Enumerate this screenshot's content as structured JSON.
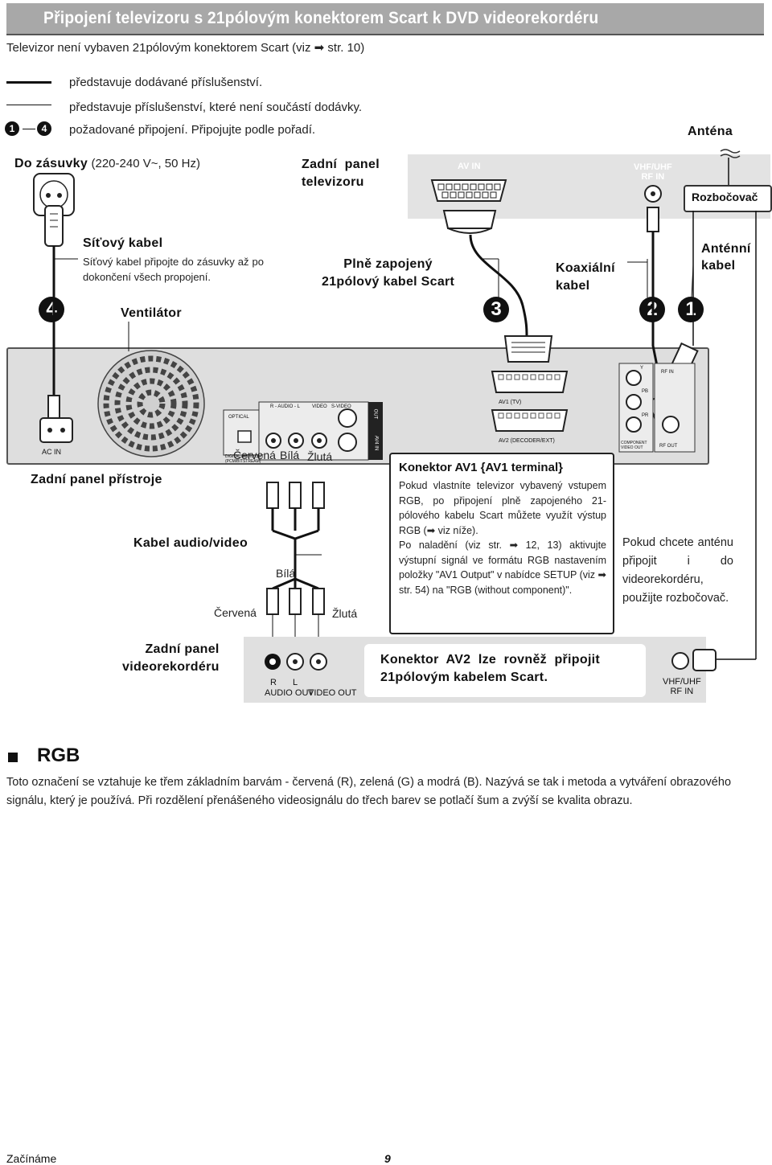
{
  "header": {
    "title": "Připojení televizoru s 21pólovým konektorem Scart k DVD videorekordéru",
    "subtitle": "Televizor není vybaven 21pólovým konektorem Scart (viz ➡ str. 10)"
  },
  "legend": {
    "solid_line": "představuje dodávané příslušenství.",
    "thin_line": "představuje příslušenství, které není součástí dodávky.",
    "range_from": "1",
    "range_to": "4",
    "range_desc": "požadované připojení. Připojujte podle pořadí."
  },
  "labels": {
    "outlet_bold": "Do zásuvky",
    "outlet_rest": "(220-240 V~, 50 Hz)",
    "tv_rear": "Zadní  panel\ntelevizoru",
    "antenna": "Anténa",
    "splitter": "Rozbočovač",
    "av_in": "AV IN",
    "vhf_uhf_rf_in": "VHF/UHF\nRF IN",
    "power_cable": "Síťový kabel",
    "power_cable_note": "Síťový kabel připojte do zásuvky až po dokončení všech propojení.",
    "fan": "Ventilátor",
    "scart_cable": "Plně zapojený\n21pólový kabel Scart",
    "coax_cable": "Koaxiální\nkabel",
    "antenna_cable": "Anténní\nkabel",
    "step4": "4",
    "step3": "3",
    "step2": "2",
    "step1": "1",
    "recorder_rear": "Zadní panel přístroje",
    "av_cable": "Kabel audio/video",
    "red_top": "Červená",
    "white_top": "Bílá",
    "yellow_top": "Žlutá",
    "white_mid": "Bílá",
    "red_bottom": "Červená",
    "yellow_bottom": "Žlutá",
    "vcr_rear": "Zadní panel\nvideorekordéru",
    "av2_note": "Konektor  AV2  lze  rovněž  připojit\n21pólovým kabelem Scart.",
    "vcr_jacks_r": "R",
    "vcr_jacks_l": "L",
    "audio_out": "AUDIO OUT",
    "video_out": "VIDEO OUT",
    "vcr_rf_in": "VHF/UHF\nRF IN",
    "splitter_note": "Pokud chcete anténu připojit i do videorekordéru, použijte rozbočovač."
  },
  "panel_markings": {
    "ac_in": "AC IN",
    "optical": "OPTICAL",
    "digital_audio_out": "DIGITAL AUDIO OUT\n(PCM/BITSTREAM)",
    "r_audio_l": "R - AUDIO - L",
    "video": "VIDEO",
    "s_video": "S-VIDEO",
    "out": "OUT",
    "av4_in": "AV4 IN",
    "av1_tv": "AV1  (TV)",
    "av2_decoder": "AV2  (DECODER/EXT)",
    "y": "Y",
    "pb": "PB",
    "pr": "PR",
    "component_video_out": "COMPONENT\nVIDEO OUT",
    "rf_in": "RF IN",
    "rf_out": "RF OUT"
  },
  "av1_box": {
    "title": "Konektor AV1 {AV1 terminal}",
    "body1": "Pokud vlastníte televizor vybavený vstupem RGB, po připojení plně zapojeného 21-pólového kabelu Scart můžete využít výstup RGB (➡ viz níže).",
    "body2": "Po naladění (viz str. ➡ 12, 13) aktivujte výstupní signál ve formátu RGB nastavením položky \"AV1 Output\" v nabídce SETUP (viz ➡ str. 54) na \"RGB (without component)\"."
  },
  "rgb": {
    "heading": "RGB",
    "text": "Toto označení se vztahuje ke třem základním barvám - červená (R), zelená (G) a modrá (B). Nazývá se tak i metoda a vytváření obrazového signálu, který je používá. Při rozdělení přenášeného videosignálu do třech barev se potlačí šum a zvýší se kvalita obrazu."
  },
  "footer": {
    "section": "Začínáme",
    "page": "9"
  },
  "colors": {
    "title_bar": "#a8a8a8",
    "panel_gray": "#dedede",
    "ink": "#111111"
  }
}
